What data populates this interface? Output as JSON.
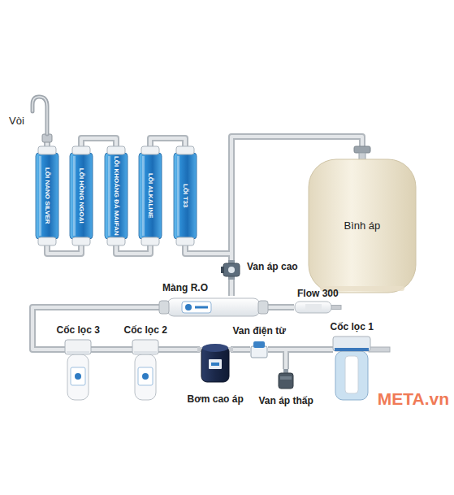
{
  "diagram": {
    "nodes": [
      {
        "text": [
          "Vòi"
        ]
      },
      {
        "text": [
          "LÕI NANO SILVER"
        ]
      },
      {
        "text": [
          "LÕI HỒNG NGOẠI"
        ]
      },
      {
        "text": [
          "LÕI KHOÁNG ĐÁ MAIFAN"
        ]
      },
      {
        "text": [
          "LÕI ALKALINE"
        ]
      },
      {
        "text": [
          "LÕI T33"
        ]
      },
      {
        "text": [
          "Bình áp"
        ]
      },
      {
        "text": [
          "Van áp cao"
        ]
      },
      {
        "text": [
          "Màng R.O"
        ]
      },
      {
        "text": [
          "Flow 300"
        ]
      },
      {
        "text": [
          "Cốc lọc 3"
        ]
      },
      {
        "text": [
          "Cốc lọc 2"
        ]
      },
      {
        "text": [
          "Bơm cao áp"
        ]
      },
      {
        "text": [
          "Van điện từ"
        ]
      },
      {
        "text": [
          "Van áp thấp"
        ]
      },
      {
        "text": [
          "Cốc lọc 1"
        ]
      }
    ],
    "edges": [
      {
        "from": 15,
        "to": 13,
        "arrow": "none"
      },
      {
        "from": 15,
        "to": 14,
        "arrow": "none"
      },
      {
        "from": 13,
        "to": 12,
        "arrow": "none"
      },
      {
        "from": 12,
        "to": 11,
        "arrow": "none"
      },
      {
        "from": 11,
        "to": 10,
        "arrow": "none"
      },
      {
        "from": 10,
        "to": 8,
        "arrow": "none"
      },
      {
        "from": 8,
        "to": 9,
        "arrow": "none"
      },
      {
        "from": 8,
        "to": 7,
        "arrow": "none"
      },
      {
        "from": 7,
        "to": 6,
        "arrow": "none"
      },
      {
        "from": 7,
        "to": 5,
        "arrow": "none"
      },
      {
        "from": 5,
        "to": 4,
        "arrow": "none"
      },
      {
        "from": 4,
        "to": 3,
        "arrow": "none"
      },
      {
        "from": 3,
        "to": 2,
        "arrow": "none"
      },
      {
        "from": 2,
        "to": 1,
        "arrow": "none"
      },
      {
        "from": 1,
        "to": 0,
        "arrow": "none"
      }
    ],
    "labels": [
      "META.vn"
    ]
  }
}
